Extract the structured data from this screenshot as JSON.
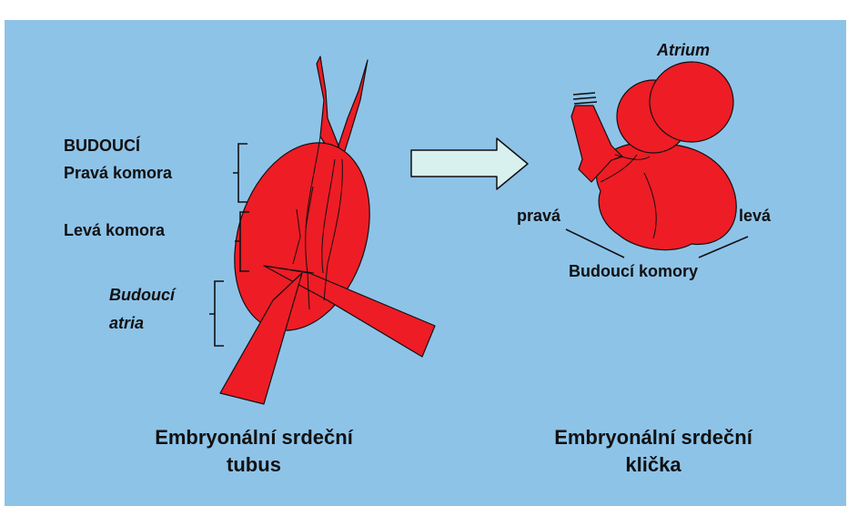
{
  "left": {
    "label_budouci_caps": "BUDOUCÍ",
    "label_prava_komora": "Pravá komora",
    "label_leva_komora": "Levá komora",
    "label_budouci": "Budoucí",
    "label_atria": "atria",
    "caption_line1": "Embryonální srdeční",
    "caption_line2": "tubus"
  },
  "right": {
    "label_atrium": "Atrium",
    "label_prava": "pravá",
    "label_leva": "levá",
    "label_budouci_komory": "Budoucí komory",
    "caption_line1": "Embryonální srdeční",
    "caption_line2": "klička"
  },
  "colors": {
    "background": "#8ec3e8",
    "heart_red": "#ee1c25",
    "arrow_fill": "#d8f0ee",
    "outline": "#111111"
  }
}
